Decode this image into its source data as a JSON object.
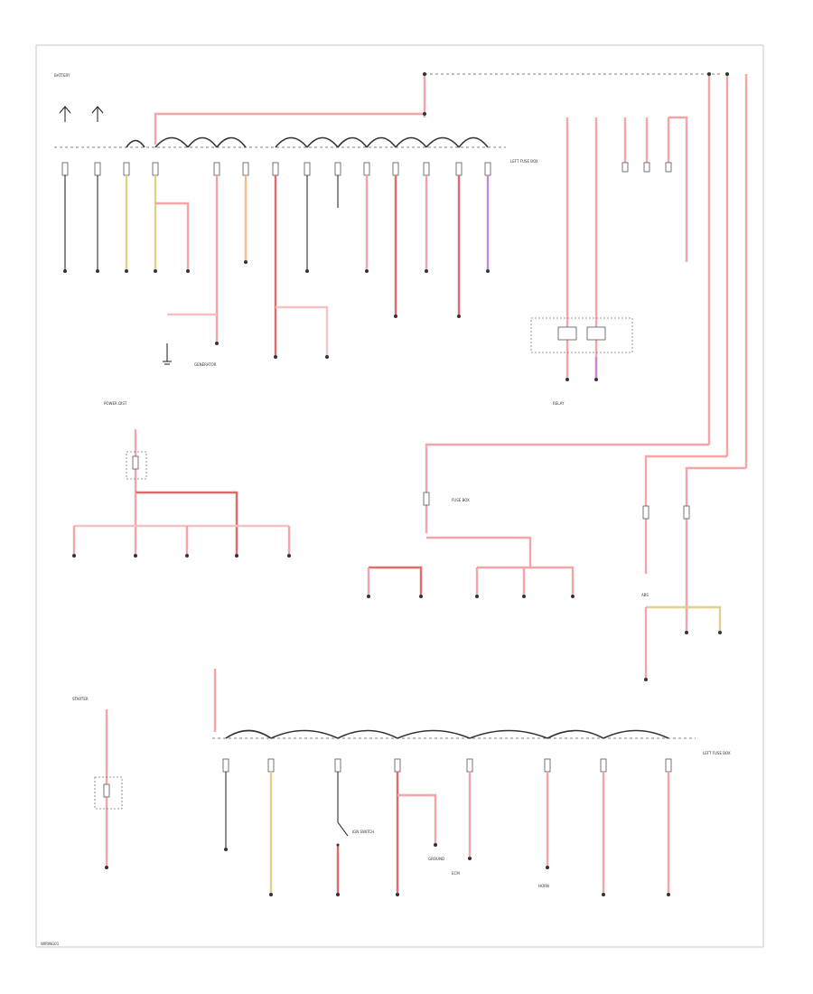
{
  "page_id": "WIRING01",
  "colors": {
    "red": "#f4a6a6",
    "dark_red": "#e36a6a",
    "yellow": "#e0d08a",
    "orange": "#f2c08a",
    "violet": "#c58ad8",
    "pink": "#f5c2c2",
    "black": "#1a1a1a"
  },
  "labels": {
    "battery_top": "BATTERY",
    "fuse_box_top": "LEFT FUSE BOX",
    "starter": "STARTER",
    "generator": "GENERATOR",
    "power_dist": "POWER DIST",
    "fuse_box_mid": "FUSE BOX",
    "ground": "GROUND",
    "relay": "RELAY",
    "fuse_box_bottom": "LEFT FUSE BOX",
    "ign_switch": "IGN SWITCH",
    "ecm": "ECM",
    "abs": "ABS",
    "horn": "HORN"
  }
}
